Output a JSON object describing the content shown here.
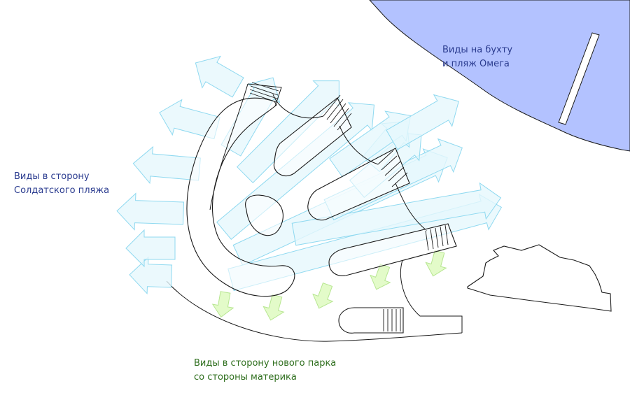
{
  "labels": {
    "bay": {
      "line1": "Виды на бухту",
      "line2": "и пляж Омега"
    },
    "soldier_beach": {
      "line1": "Виды в сторону",
      "line2": "Солдатского пляжа"
    },
    "new_park": {
      "line1": "Виды в сторону нового парка",
      "line2": "со стороны материка"
    }
  },
  "colors": {
    "water": "#b3c2ff",
    "view_arrow_fill": "#e6f7fd",
    "view_arrow_stroke": "#8fd9f0",
    "park_arrow_fill": "#e3fbc9",
    "park_arrow_stroke": "#b7e691",
    "outline": "#1a1a1a",
    "bay_label": "#2a3b8f",
    "soldier_label": "#2a3b8f",
    "park_label": "#2f6f1e"
  },
  "icons": {
    "view_arrow": "blue-view-arrow-icon",
    "park_arrow": "green-park-arrow-icon"
  }
}
